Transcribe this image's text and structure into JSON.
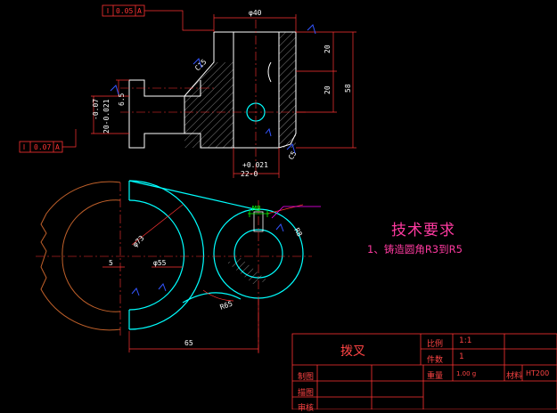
{
  "colors": {
    "background": "#000000",
    "outline": "#00ffff",
    "section_lines": "#ffffff",
    "dimension": "#ff3333",
    "center_lines": "#ff3333",
    "hatch": "#ffffff",
    "text_pink": "#ff3aa0",
    "title_block": "#ff3333",
    "green": "#00ff00",
    "blue_marker": "#3355ff",
    "magenta": "#ff00ff"
  },
  "requirements": {
    "title": "技术要求",
    "item1": "1、铸造圆角R3到R5"
  },
  "title_block": {
    "part_name": "拨叉",
    "row1_label": "比例",
    "row1_value": "1:1",
    "row2_label": "件数",
    "row2_value": "1",
    "row3_label": "重量",
    "row3_value": "1.00 g",
    "material_label": "材料",
    "material_value": "HT200",
    "left_label1": "制图",
    "left_label2": "描图",
    "left_label3": "审核"
  },
  "dimensions": {
    "phi40": "φ40",
    "d20_top": "20",
    "d20_bottom": "20",
    "d58": "58",
    "d65_vert": "6.5",
    "tol_minus": "-0.07",
    "tol_range": "20-0.021",
    "tol_plus": "+0.021",
    "d22": "22-0",
    "c15": "C15",
    "c5": "C5",
    "phi73": "φ73",
    "phi55": "φ55",
    "r65": "R65",
    "r8": "R8",
    "d65": "65",
    "m8": "M8",
    "gtol_top": "0.05",
    "gtol_top_ref": "A",
    "gtol_left": "0.07",
    "gtol_left_ref": "A",
    "d5": "5"
  }
}
